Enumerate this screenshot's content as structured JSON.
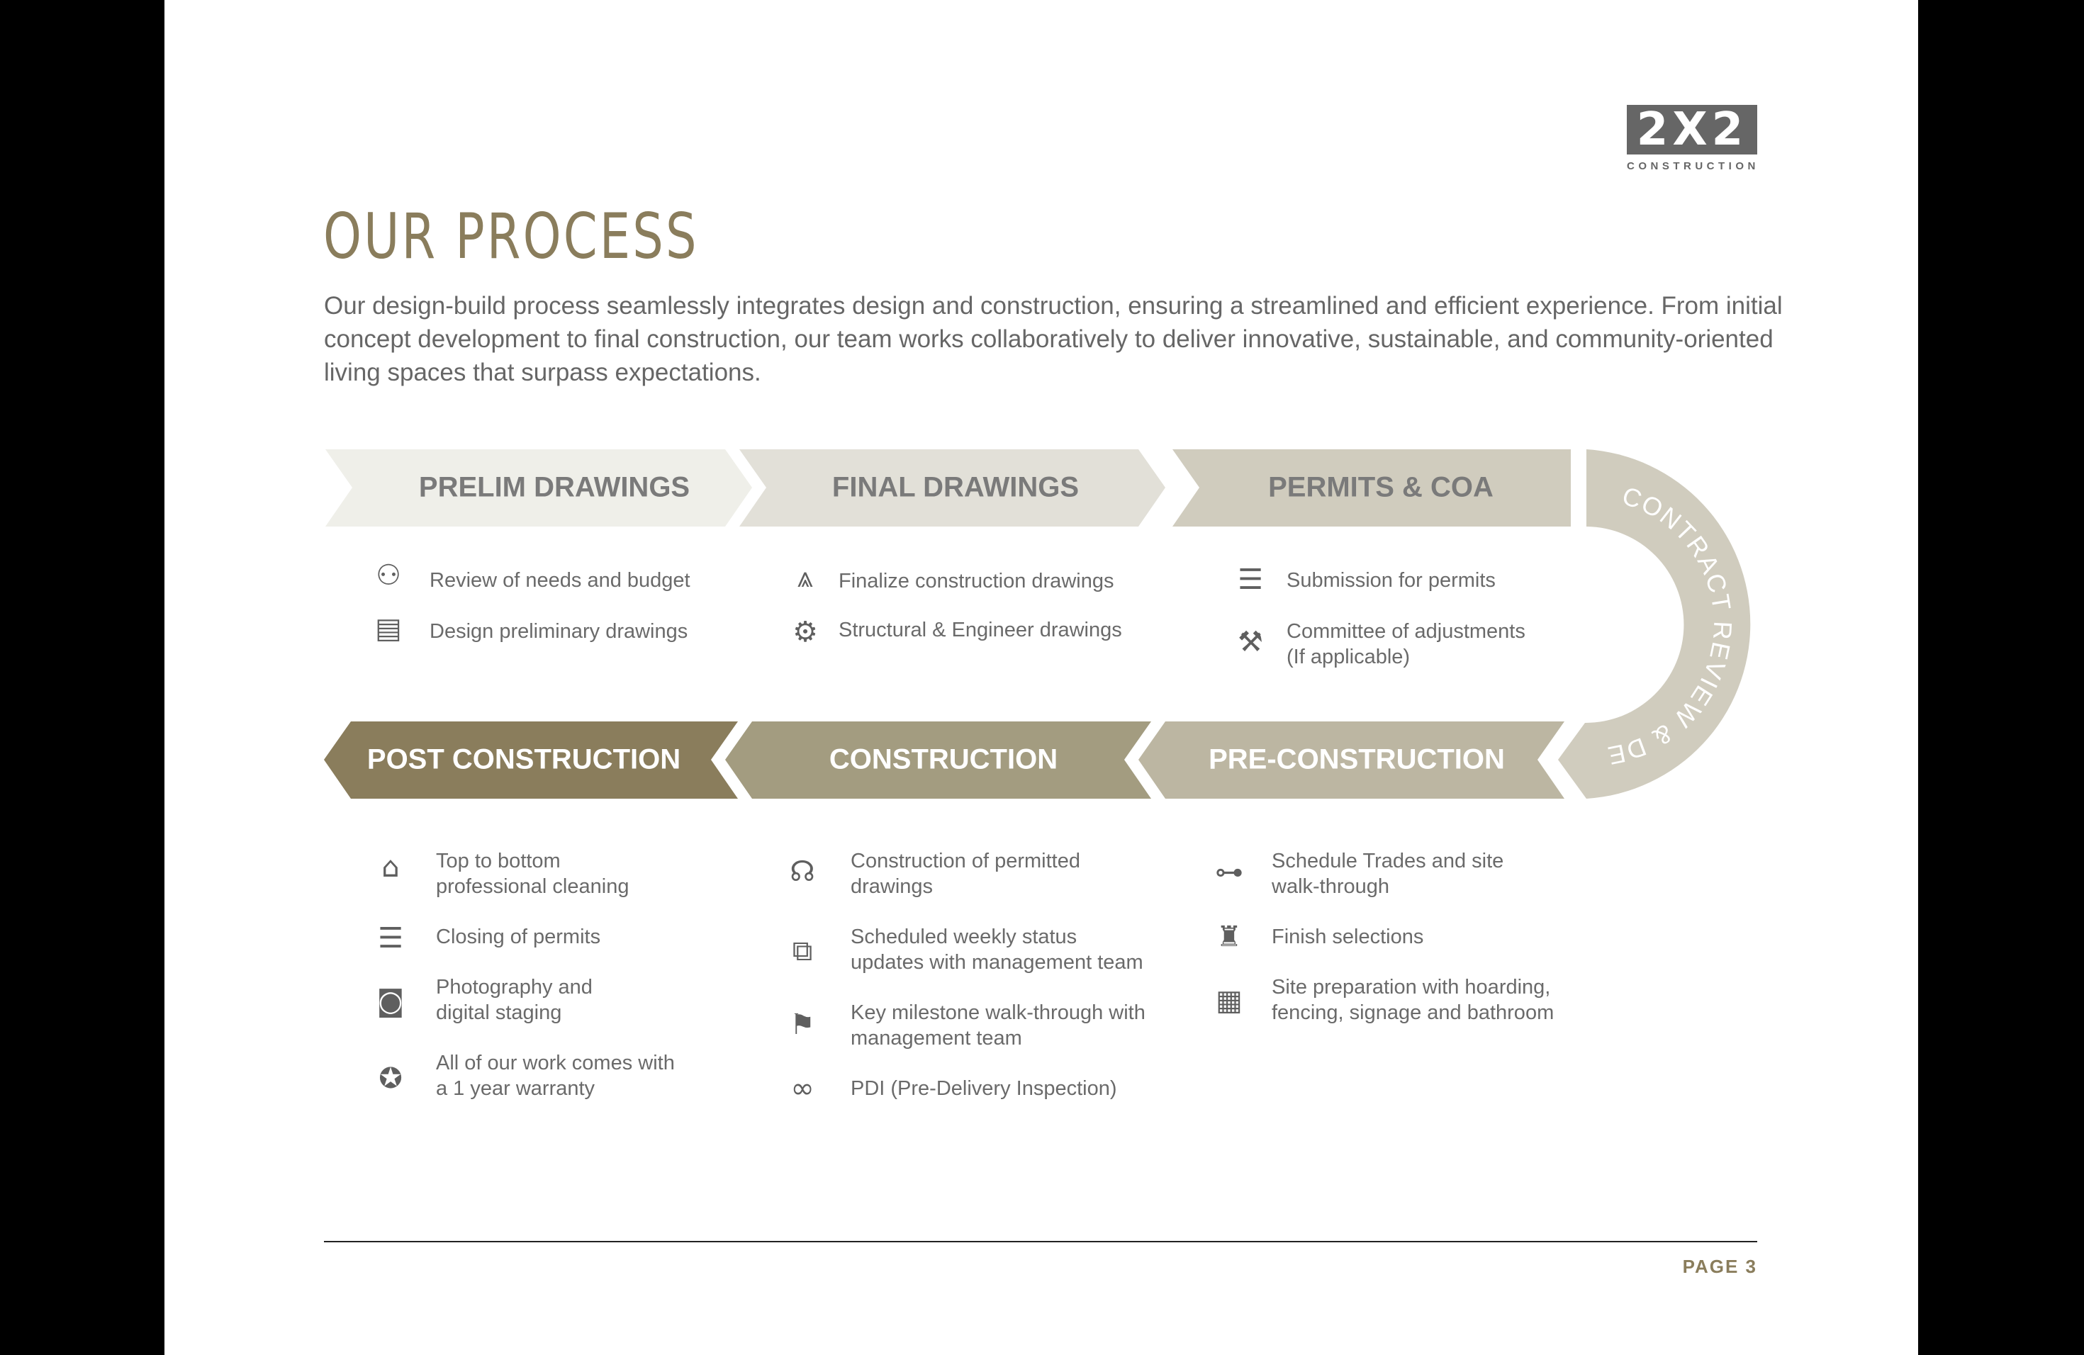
{
  "logo": {
    "mark": "2X2",
    "subtitle": "CONSTRUCTION"
  },
  "title": "OUR PROCESS",
  "intro": "Our design-build process seamlessly integrates design and construction, ensuring a streamlined and efficient experience. From initial concept development to final construction, our team works collaboratively to deliver innovative, sustainable, and community-oriented living spaces that surpass expectations.",
  "colors": {
    "accent": "#8a7d5c",
    "step1": "#efefe9",
    "step2": "#e2e0d8",
    "step3": "#d0ccbe",
    "step5": "#bcb6a2",
    "step6": "#a39c80",
    "step7": "#8a7d5c"
  },
  "steps": {
    "prelim": {
      "label": "PRELIM DRAWINGS",
      "items": [
        {
          "icon": "meeting-icon",
          "text": "Review of needs and budget"
        },
        {
          "icon": "blueprint-icon",
          "text": "Design preliminary drawings"
        }
      ]
    },
    "final": {
      "label": "FINAL DRAWINGS",
      "items": [
        {
          "icon": "compass-icon",
          "text": "Finalize construction drawings"
        },
        {
          "icon": "gear-icon",
          "text": "Structural & Engineer drawings"
        }
      ]
    },
    "permits": {
      "label": "PERMITS & COA",
      "items": [
        {
          "icon": "form-icon",
          "text": "Submission for permits"
        },
        {
          "icon": "gavel-icon",
          "text": "Committee of adjustments\n(If applicable)"
        }
      ]
    },
    "contract": {
      "label": "CONTRACT REVIEW & DEPOSIT"
    },
    "pre": {
      "label": "PRE-CONSTRUCTION",
      "items": [
        {
          "icon": "flowchart-icon",
          "text": "Schedule Trades and site\nwalk-through"
        },
        {
          "icon": "armchair-icon",
          "text": "Finish selections"
        },
        {
          "icon": "fence-icon",
          "text": "Site preparation with hoarding,\nfencing, signage and bathroom"
        }
      ]
    },
    "construction": {
      "label": "CONSTRUCTION",
      "items": [
        {
          "icon": "network-icon",
          "text": "Construction of permitted\ndrawings"
        },
        {
          "icon": "video-call-icon",
          "text": "Scheduled weekly status\nupdates with management team"
        },
        {
          "icon": "flag-icon",
          "text": "Key milestone walk-through with\nmanagement team"
        },
        {
          "icon": "binoculars-icon",
          "text": "PDI (Pre-Delivery Inspection)"
        }
      ]
    },
    "post": {
      "label": "POST CONSTRUCTION",
      "items": [
        {
          "icon": "home-icon",
          "text": "Top to bottom\nprofessional cleaning"
        },
        {
          "icon": "form-icon",
          "text": "Closing of permits"
        },
        {
          "icon": "camera-icon",
          "text": "Photography and\ndigital staging"
        },
        {
          "icon": "badge-check-icon",
          "text": "All of our work comes with\na 1 year warranty"
        }
      ]
    }
  },
  "footer": {
    "page": "PAGE 3"
  }
}
